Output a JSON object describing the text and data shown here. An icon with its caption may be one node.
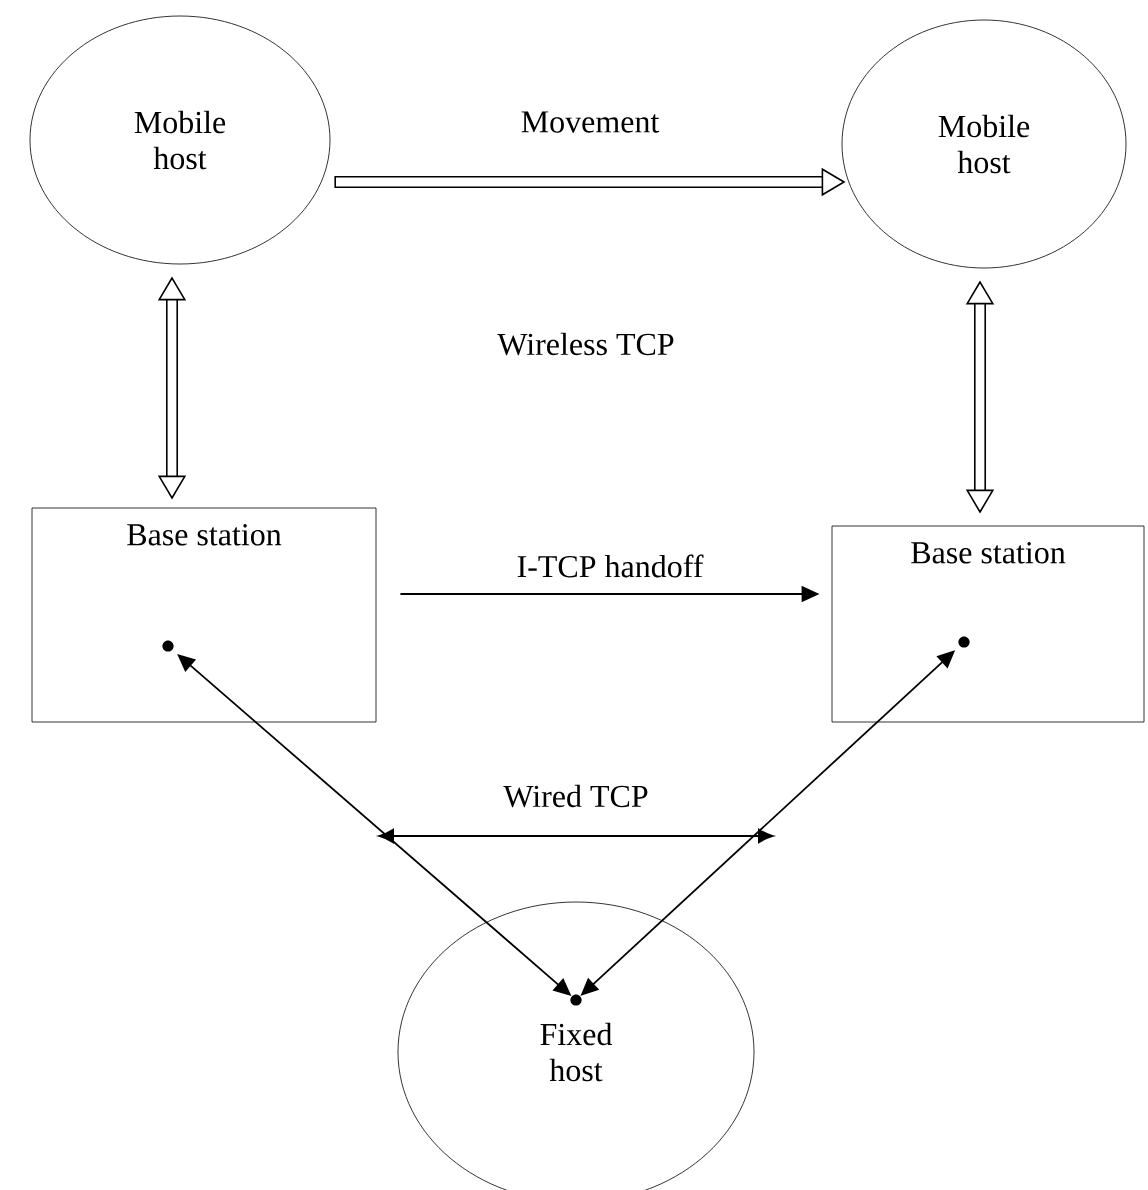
{
  "diagram": {
    "nodes": [
      {
        "text": [
          "Mobile host"
        ]
      },
      {
        "text": [
          "Mobile host"
        ]
      },
      {
        "text": [
          "Base station"
        ]
      },
      {
        "text": [
          "Base station"
        ]
      },
      {
        "text": [
          "Fixed host"
        ]
      }
    ],
    "edges": [
      {
        "from": 0,
        "to": 1,
        "arrow": "to",
        "label": "Movement",
        "style": "thick"
      },
      {
        "from": 0,
        "to": 2,
        "arrow": "both",
        "style": "thick"
      },
      {
        "from": 1,
        "to": 3,
        "arrow": "both",
        "style": "thick"
      },
      {
        "from": 2,
        "to": 3,
        "arrow": "to",
        "label": "I-TCP handoff"
      },
      {
        "from": 4,
        "to": 2,
        "arrow": "both"
      },
      {
        "from": 4,
        "to": 3,
        "arrow": "both"
      }
    ],
    "labels": [
      "Wireless TCP",
      "Wired TCP"
    ]
  }
}
